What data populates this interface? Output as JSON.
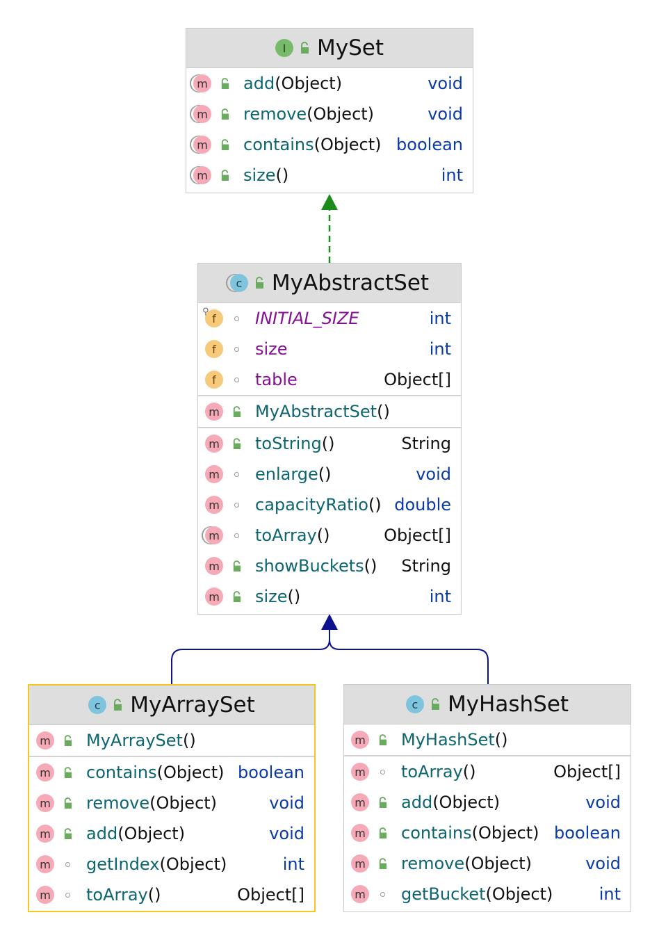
{
  "colors": {
    "realization_edge": "#1b8c1b",
    "generalization_edge": "#0d1190",
    "selected_border": "#f3c623",
    "method_name": "#0c6571",
    "field_name": "#871094",
    "primitive_type": "#0a3aa8"
  },
  "icons": {
    "method": "m",
    "field": "f",
    "class": "c",
    "interface": "I",
    "public_visibility": "open-lock-icon",
    "package_visibility": "circle-dot-icon"
  },
  "boxes": {
    "myset": {
      "title": "MySet",
      "kind": "interface",
      "sections": [
        [
          {
            "kind": "m",
            "abstract": true,
            "vis": "public",
            "name": "add",
            "params": "(Object)",
            "type": "void"
          },
          {
            "kind": "m",
            "abstract": true,
            "vis": "public",
            "name": "remove",
            "params": "(Object)",
            "type": "void"
          },
          {
            "kind": "m",
            "abstract": true,
            "vis": "public",
            "name": "contains",
            "params": "(Object)",
            "type": "boolean"
          },
          {
            "kind": "m",
            "abstract": true,
            "vis": "public",
            "name": "size",
            "params": "()",
            "type": "int"
          }
        ]
      ]
    },
    "myabstractset": {
      "title": "MyAbstractSet",
      "kind": "abstract-class",
      "sections": [
        [
          {
            "kind": "f",
            "static": true,
            "vis": "package",
            "name": "INITIAL_SIZE",
            "params": "",
            "type": "int"
          },
          {
            "kind": "f",
            "vis": "package",
            "name": "size",
            "params": "",
            "type": "int"
          },
          {
            "kind": "f",
            "vis": "package",
            "name": "table",
            "params": "",
            "type": "Object[]"
          }
        ],
        [
          {
            "kind": "m",
            "vis": "public",
            "name": "MyAbstractSet",
            "params": "()",
            "type": ""
          }
        ],
        [
          {
            "kind": "m",
            "vis": "public",
            "name": "toString",
            "params": "()",
            "type": "String"
          },
          {
            "kind": "m",
            "vis": "package",
            "name": "enlarge",
            "params": "()",
            "type": "void"
          },
          {
            "kind": "m",
            "vis": "package",
            "name": "capacityRatio",
            "params": "()",
            "type": "double"
          },
          {
            "kind": "m",
            "abstract": true,
            "vis": "package",
            "name": "toArray",
            "params": "()",
            "type": "Object[]"
          },
          {
            "kind": "m",
            "vis": "public",
            "name": "showBuckets",
            "params": "()",
            "type": "String"
          },
          {
            "kind": "m",
            "vis": "public",
            "name": "size",
            "params": "()",
            "type": "int"
          }
        ]
      ]
    },
    "myarrayset": {
      "title": "MyArraySet",
      "kind": "class",
      "selected": true,
      "sections": [
        [
          {
            "kind": "m",
            "vis": "public",
            "name": "MyArraySet",
            "params": "()",
            "type": ""
          }
        ],
        [
          {
            "kind": "m",
            "vis": "public",
            "name": "contains",
            "params": "(Object)",
            "type": "boolean"
          },
          {
            "kind": "m",
            "vis": "public",
            "name": "remove",
            "params": "(Object)",
            "type": "void"
          },
          {
            "kind": "m",
            "vis": "public",
            "name": "add",
            "params": "(Object)",
            "type": "void"
          },
          {
            "kind": "m",
            "vis": "package",
            "name": "getIndex",
            "params": "(Object)",
            "type": "int"
          },
          {
            "kind": "m",
            "vis": "package",
            "name": "toArray",
            "params": "()",
            "type": "Object[]"
          }
        ]
      ]
    },
    "myhashset": {
      "title": "MyHashSet",
      "kind": "class",
      "sections": [
        [
          {
            "kind": "m",
            "vis": "public",
            "name": "MyHashSet",
            "params": "()",
            "type": ""
          }
        ],
        [
          {
            "kind": "m",
            "vis": "package",
            "name": "toArray",
            "params": "()",
            "type": "Object[]"
          },
          {
            "kind": "m",
            "vis": "public",
            "name": "add",
            "params": "(Object)",
            "type": "void"
          },
          {
            "kind": "m",
            "vis": "public",
            "name": "contains",
            "params": "(Object)",
            "type": "boolean"
          },
          {
            "kind": "m",
            "vis": "public",
            "name": "remove",
            "params": "(Object)",
            "type": "void"
          },
          {
            "kind": "m",
            "vis": "package",
            "name": "getBucket",
            "params": "(Object)",
            "type": "int"
          }
        ]
      ]
    }
  }
}
